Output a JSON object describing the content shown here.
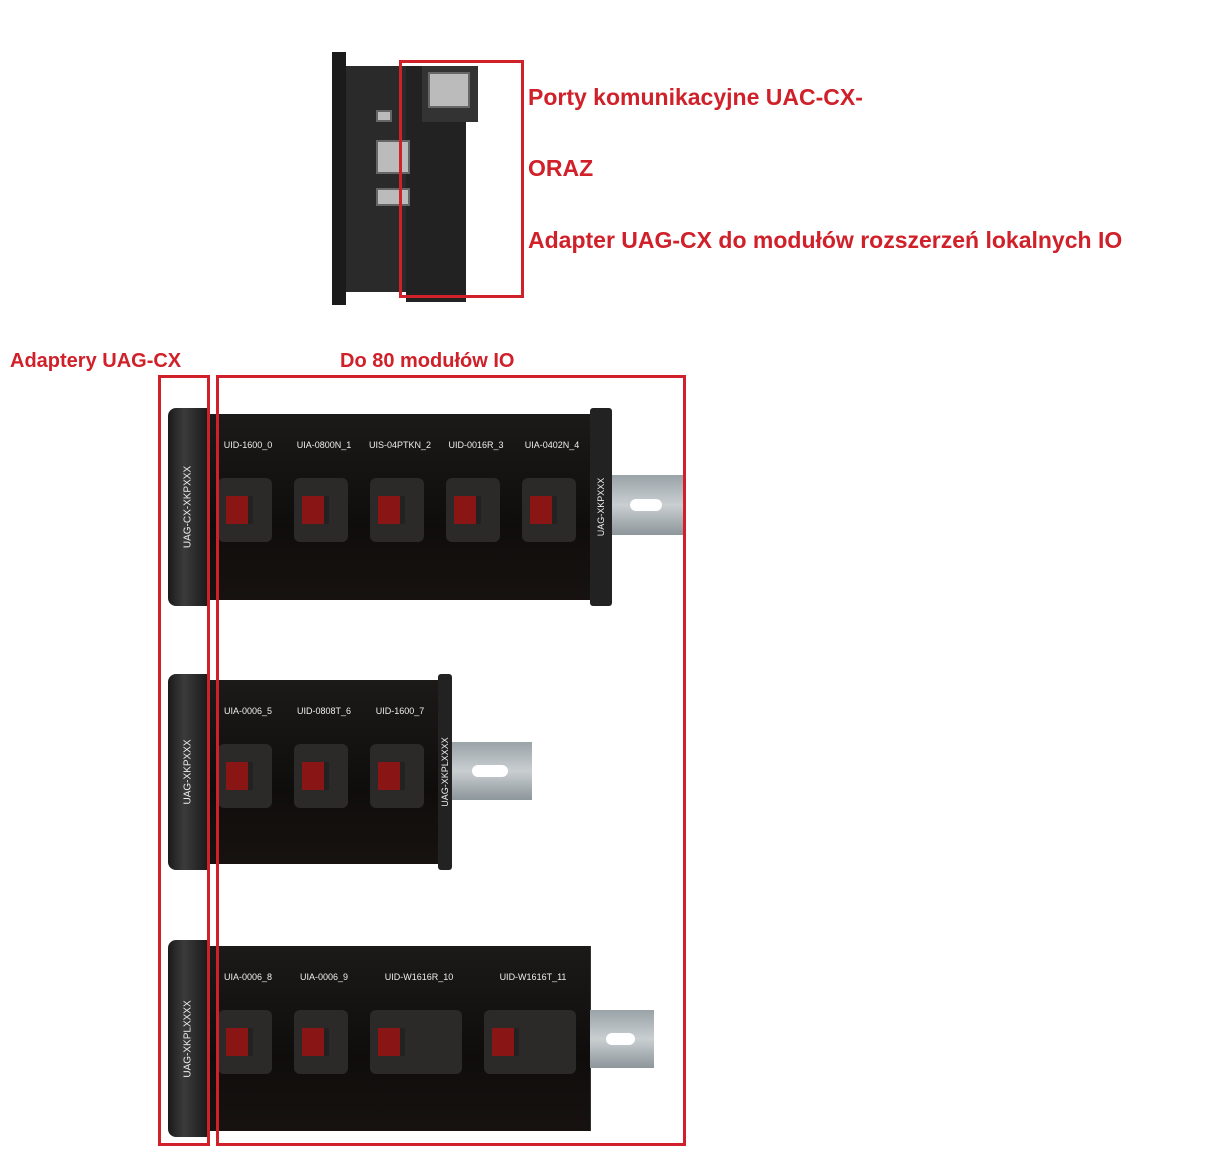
{
  "annotations": {
    "ports_label": "Porty komunikacyjne UAC-CX-",
    "and_label": "ORAZ",
    "adapter_label": "Adapter UAG-CX do modułów rozszerzeń lokalnych IO",
    "adapters_heading": "Adaptery UAG-CX",
    "modules_heading": "Do 80 modułów IO"
  },
  "racks": [
    {
      "adapter": "UAG-CX-XKPXXX",
      "endcap": "UAG-XKPXXX",
      "modules": [
        "UID-1600_0",
        "UIA-0800N_1",
        "UIS-04PTKN_2",
        "UID-0016R_3",
        "UIA-0402N_4"
      ]
    },
    {
      "adapter": "UAG-XKPXXX",
      "endcap": "UAG-XKPLXXXX",
      "modules": [
        "UIA-0006_5",
        "UID-0808T_6",
        "UID-1600_7"
      ]
    },
    {
      "adapter": "UAG-XKPLXXXX",
      "endcap": "",
      "modules": [
        "UIA-0006_8",
        "UIA-0006_9",
        "UID-W1616R_10",
        "UID-W1616T_11"
      ]
    }
  ],
  "colors": {
    "accent": "#d0202a"
  }
}
